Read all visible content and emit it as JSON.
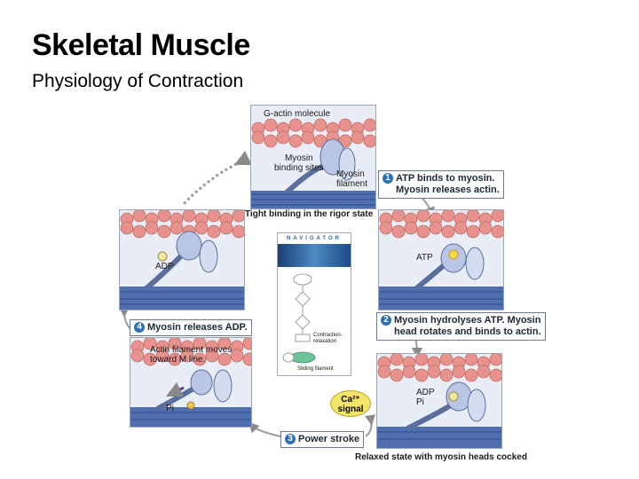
{
  "title": "Skeletal Muscle",
  "subtitle": "Physiology of Contraction",
  "steps": [
    {
      "number": "1",
      "line1": "ATP binds to myosin.",
      "line2": "Myosin releases actin."
    },
    {
      "number": "2",
      "line1": "Myosin hydrolyses ATP. Myosin",
      "line2": "head rotates and binds to actin."
    },
    {
      "number": "3",
      "line1": "Power stroke",
      "line2": ""
    },
    {
      "number": "4",
      "line1": "Myosin releases ADP.",
      "line2": ""
    }
  ],
  "labels": {
    "g_actin": "G-actin molecule",
    "binding_sites_1": "Myosin",
    "binding_sites_2": "binding sites",
    "filament_1": "Myosin",
    "filament_2": "filament",
    "rigor": "Tight binding in the rigor state",
    "adp": "ADP",
    "atp": "ATP",
    "adp2": "ADP",
    "pi": "Pi",
    "pi2": "Pi",
    "actin_moves_1": "Actin filament moves",
    "actin_moves_2": "toward M line.",
    "relaxed": "Relaxed state with myosin heads cocked",
    "ca_1": "Ca²⁺",
    "ca_2": "signal"
  },
  "navigator": {
    "header": "NAVIGATOR",
    "box1": "Contraction-",
    "box1b": "relaxation",
    "box2": "Sliding filament"
  },
  "colors": {
    "actin": "#e7928d",
    "actin_dark": "#c86d6a",
    "myosin_filament": "#4f6fb0",
    "myosin_head": "#b9c6e6",
    "step_number": "#2f6fb6",
    "ca_signal": "#f3e46a"
  }
}
